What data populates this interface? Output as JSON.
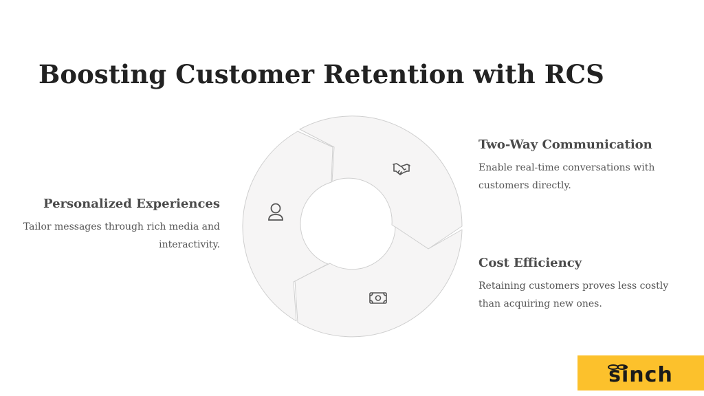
{
  "title": "Boosting Customer Retention with RCS",
  "segments": [
    {
      "heading": "Two-Way Communication",
      "description": "Enable real-time conversations with customers directly.",
      "icon": "handshake-icon"
    },
    {
      "heading": "Cost Efficiency",
      "description": "Retaining customers proves less costly than acquiring new ones.",
      "icon": "banknote-icon"
    },
    {
      "heading": "Personalized Experiences",
      "description": "Tailor messages through rich media and interactivity.",
      "icon": "user-icon"
    }
  ],
  "logo": {
    "text": "sinch",
    "background": "#fcc12c"
  },
  "colors": {
    "segment_fill": "#f6f5f5",
    "segment_stroke": "#cfcfcf",
    "icon": "#555555"
  }
}
